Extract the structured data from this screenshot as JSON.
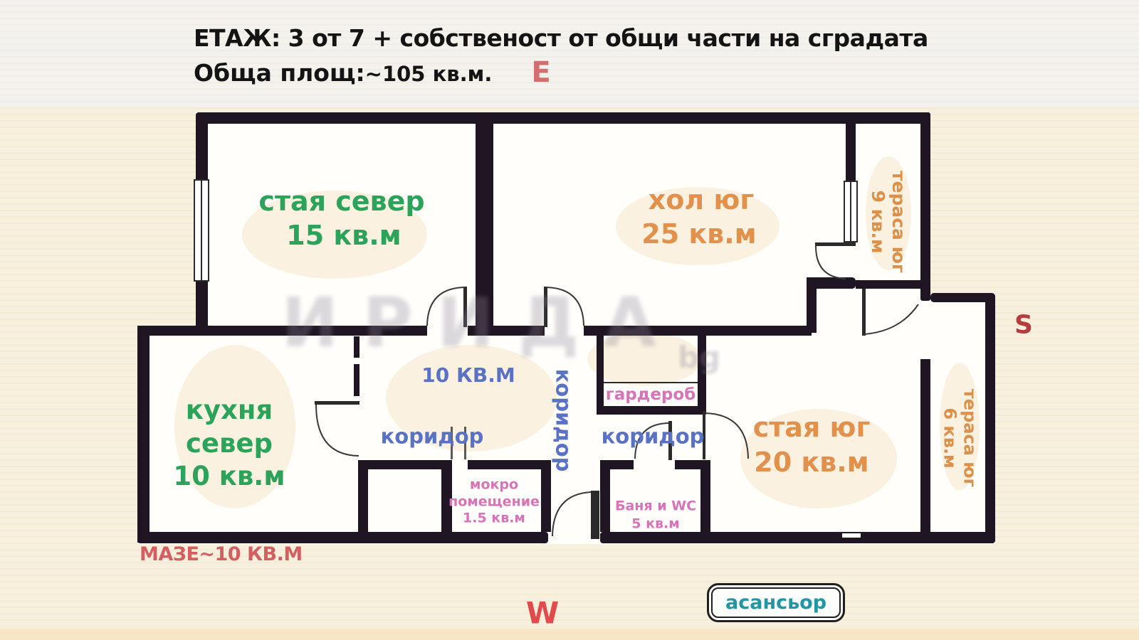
{
  "header": {
    "line1_strong": "ЕТАЖ: 3 от 7 +",
    "line1_rest": " собственост от общи части на сградата",
    "line2_label": "Обща площ:",
    "line2_value": "~105 кв.м."
  },
  "compass": {
    "east": "E",
    "south": "S",
    "west": "W",
    "east_color": "#d46e6e",
    "south_color": "#b43c3c",
    "west_color": "#e14b4b"
  },
  "rooms": {
    "staya_sever": {
      "name": "стая север",
      "area": "15 кв.м",
      "color": "#2ba35a"
    },
    "hol_yug": {
      "name": "хол юг",
      "area": "25 кв.м",
      "color": "#e2914d"
    },
    "terasa_yug_9": {
      "name": "тераса юг",
      "area": "9 кв.м",
      "color": "#dd9049"
    },
    "kuhnya": {
      "name_line1": "кухня",
      "name_line2": "север",
      "area": "10 кв.м",
      "color": "#2ba35a"
    },
    "staya_yug": {
      "name": "стая юг",
      "area": "20 кв.м",
      "color": "#e2914d"
    },
    "terasa_yug_6": {
      "name": "тераса юг",
      "area": "6 кв.м",
      "color": "#dd9049"
    },
    "garderob": {
      "name": "гардероб",
      "color": "#e06fbb"
    },
    "mokro": {
      "line1": "мокро",
      "line2": "помещение",
      "line3": "1.5 кв.м",
      "color": "#d973b8"
    },
    "banya": {
      "line1": "Баня и WC",
      "line2": "5 кв.м",
      "color": "#d973b8"
    },
    "hall10": {
      "label": "10 КВ.М",
      "color": "#5a72c6"
    },
    "koridor_left": {
      "label": "коридор"
    },
    "koridor_vert": {
      "label": "коридор"
    },
    "koridor_right": {
      "label": "коридор"
    }
  },
  "annotations": {
    "maze": "МАЗЕ~10 КВ.М",
    "maze_color": "#d45f63",
    "elevator": "асансьор",
    "elevator_color": "#2196a6"
  },
  "watermark": {
    "text": "ИРИДА",
    "suffix": "bg"
  },
  "colors": {
    "wall": "#201522",
    "background": "#f7f0de",
    "room_fill": "#fffefb"
  }
}
